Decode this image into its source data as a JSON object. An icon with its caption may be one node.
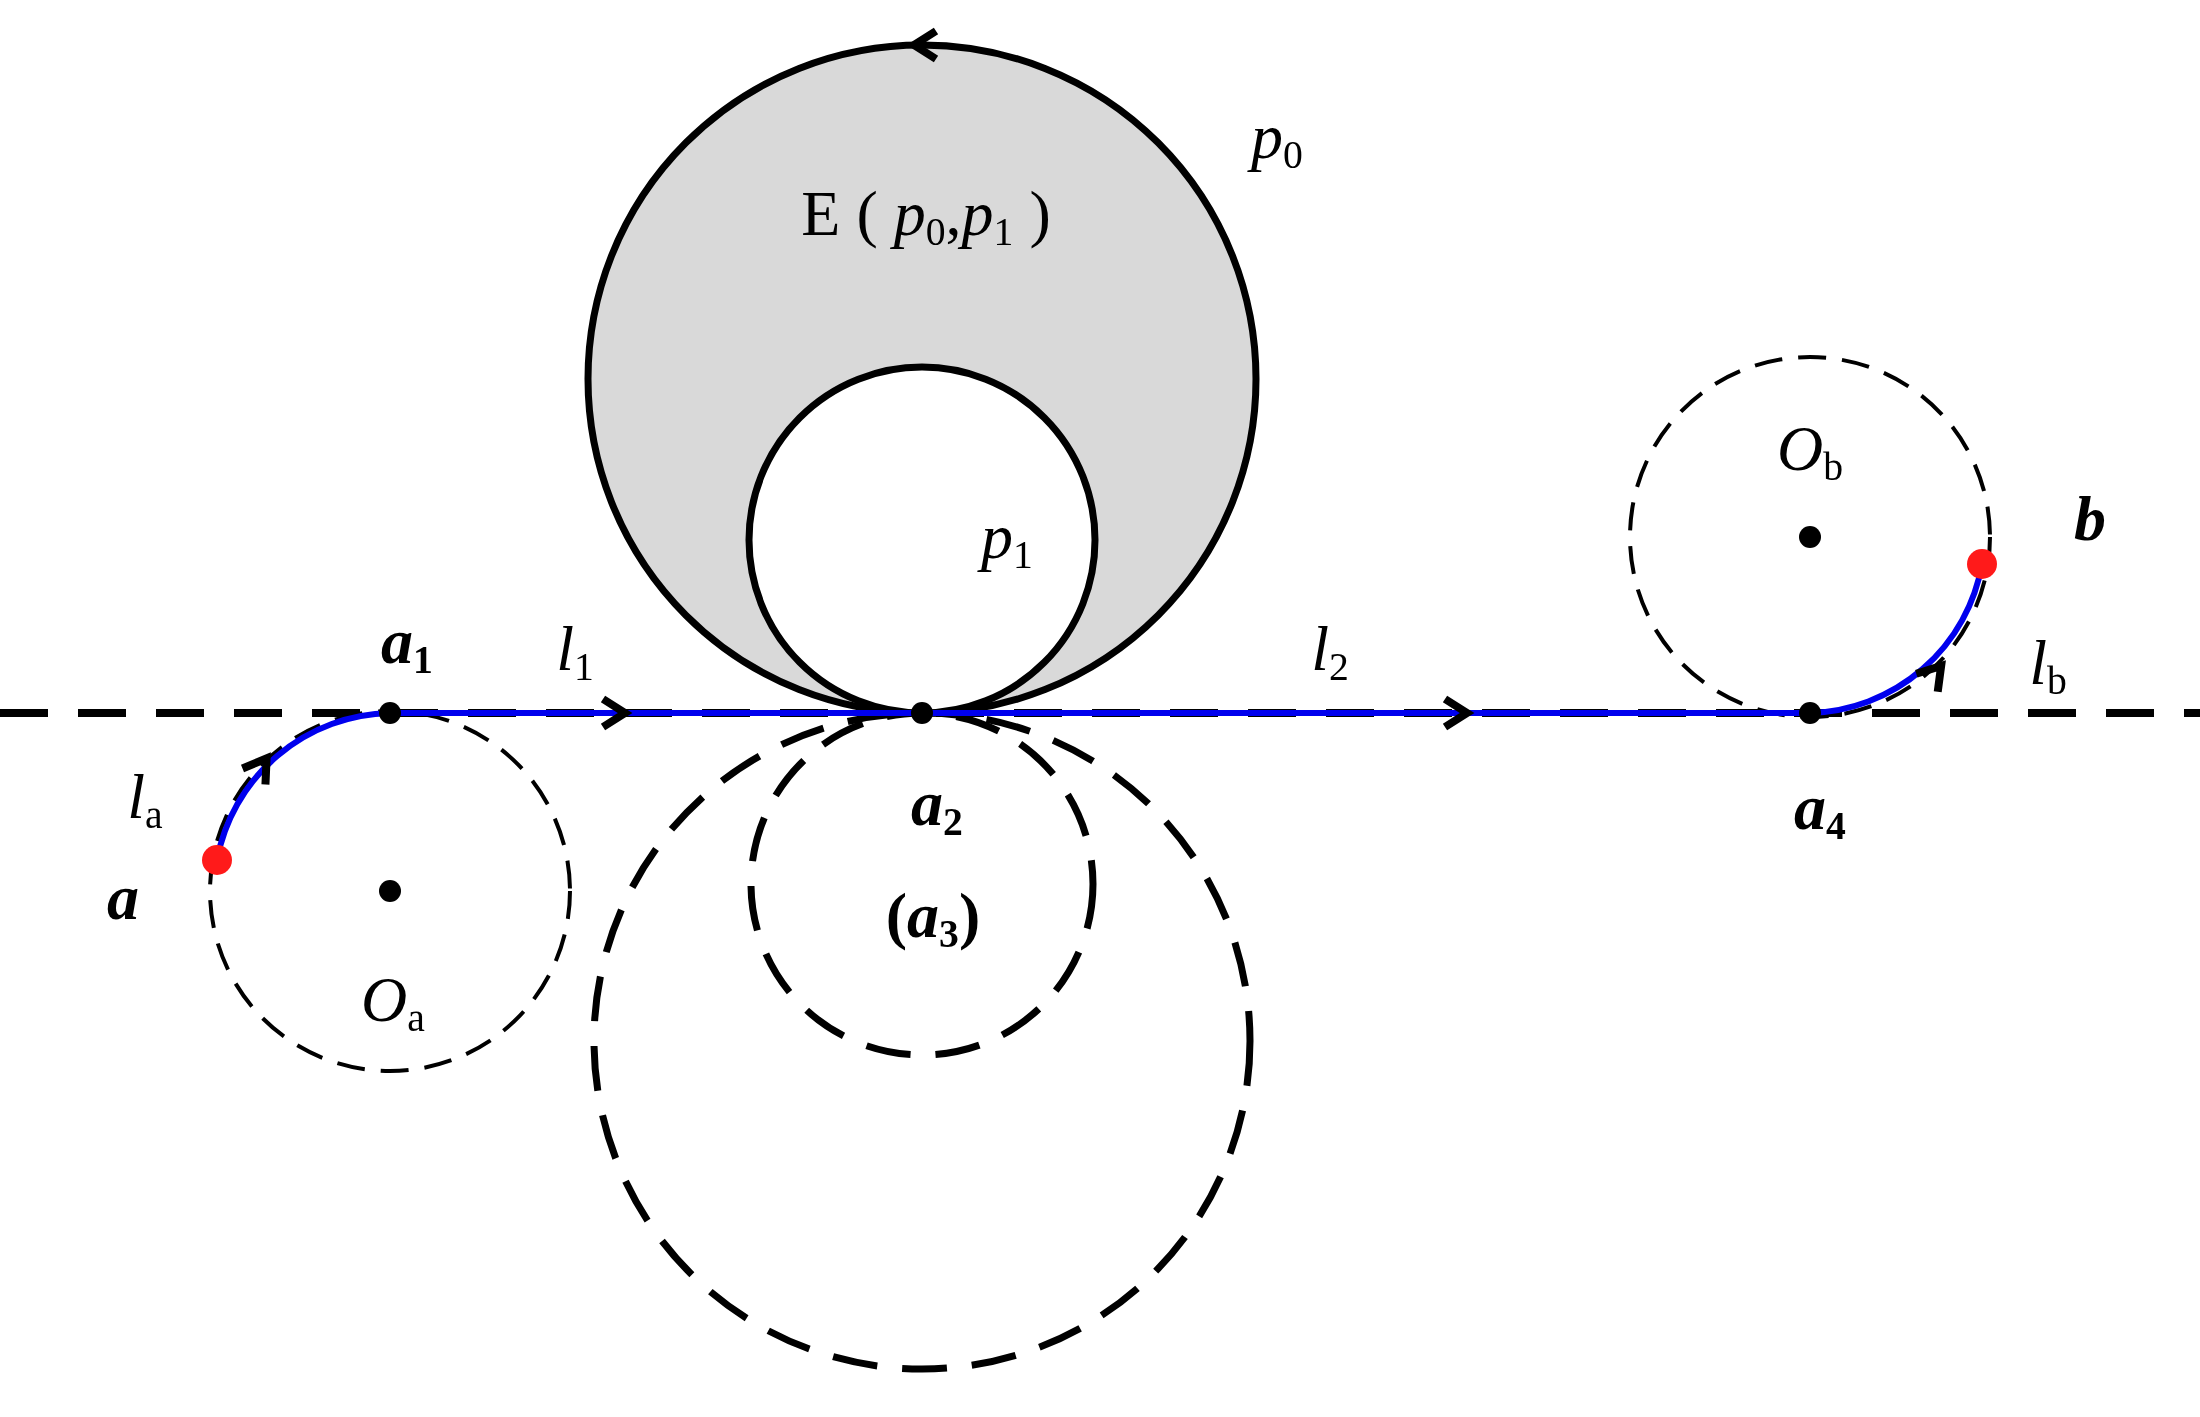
{
  "diagram": {
    "nodes": [
      {
        "text": [],
        "shape": "circle"
      },
      {
        "text": [],
        "shape": "circle"
      }
    ],
    "edges": [
      {
        "from": 0,
        "to": 1,
        "arrow": "to"
      }
    ],
    "labels": [
      "*p*$_{0}$",
      "E ( *p*$_{0}$,*p*$_{1}$ )",
      "*O*$_{b}$",
      "*p*$_{1}$",
      "*b*",
      "*a*$_{1}$",
      "*l*$_{1}$",
      "*l*$_{2}$",
      "*l*$_{b}$",
      "*l*$_{a}$",
      "*a*$_{2}$",
      "*a*$_{4}$",
      "*a*",
      "(*a*$_{3}$)",
      "*O*$_{a}$"
    ]
  }
}
